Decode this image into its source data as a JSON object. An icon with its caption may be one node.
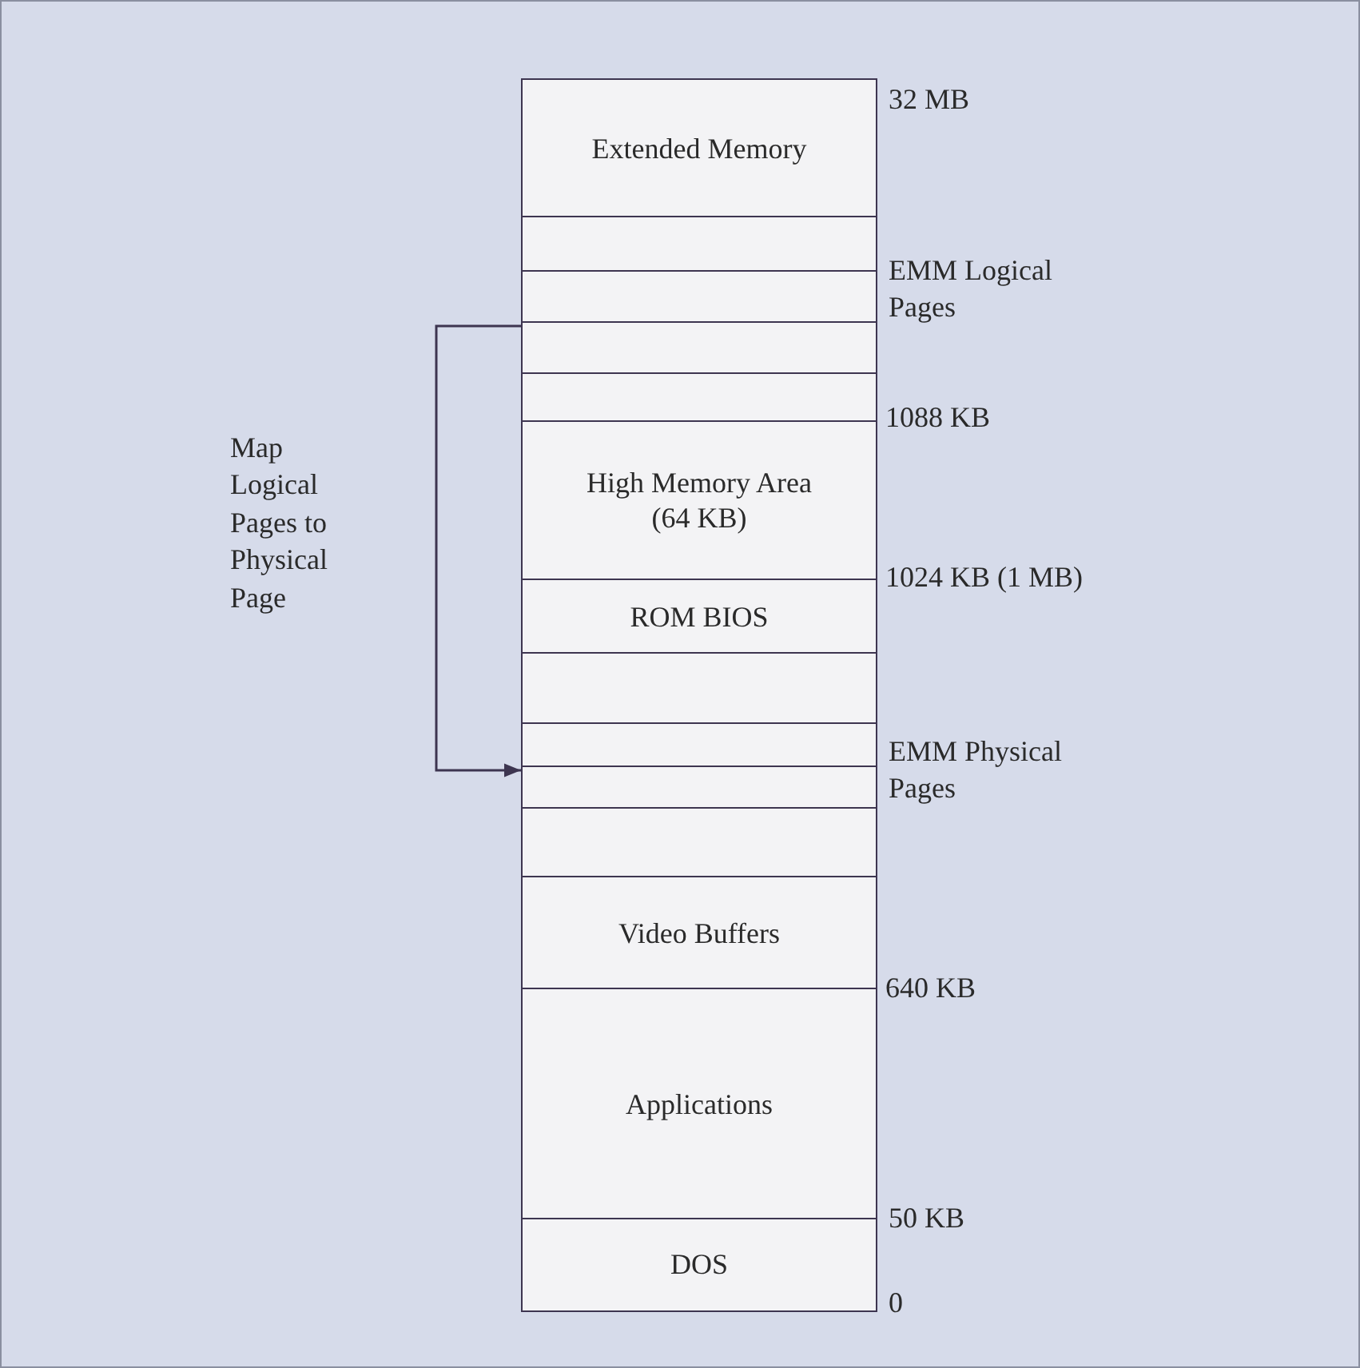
{
  "diagram": {
    "nodes": [
      {
        "text": [
          "Extended Memory"
        ]
      },
      {
        "text": [],
        "shape": "box"
      },
      {
        "text": [],
        "shape": "box"
      },
      {
        "text": [],
        "shape": "box"
      },
      {
        "text": [],
        "shape": "box"
      },
      {
        "text": [
          "High Memory Area (64 KB)"
        ]
      },
      {
        "text": [
          "ROM BIOS"
        ]
      },
      {
        "text": [],
        "shape": "box"
      },
      {
        "text": [],
        "shape": "box"
      },
      {
        "text": [],
        "shape": "box"
      },
      {
        "text": [],
        "shape": "box"
      },
      {
        "text": [
          "Video Buffers"
        ]
      },
      {
        "text": [
          "Applications"
        ]
      },
      {
        "text": [
          "DOS"
        ]
      }
    ],
    "edges": [
      {
        "from": 3,
        "to": 9,
        "arrow": "to",
        "label": "Map Logical Pages to Physical Page"
      }
    ],
    "labels": [
      "32 MB",
      "EMM Logical Pages",
      "1088 KB",
      "1024 KB (1 MB)",
      "EMM Physical Pages",
      "640 KB",
      "50 KB",
      "0"
    ]
  }
}
